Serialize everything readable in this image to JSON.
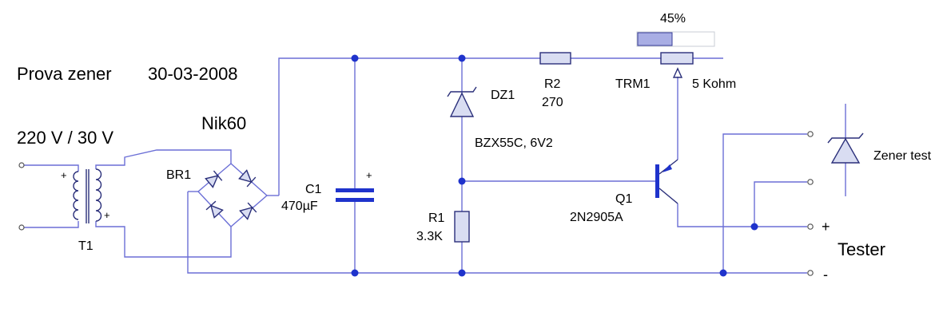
{
  "title": "Prova zener",
  "date": "30-03-2008",
  "author": "Nik60",
  "input_voltage": "220 V / 30 V",
  "components": {
    "T1": {
      "ref": "T1",
      "plus": "+"
    },
    "BR1": {
      "ref": "BR1"
    },
    "C1": {
      "ref": "C1",
      "value": "470µF",
      "plus": "+"
    },
    "DZ1": {
      "ref": "DZ1",
      "value": "BZX55C, 6V2"
    },
    "R1": {
      "ref": "R1",
      "value": "3.3K"
    },
    "R2": {
      "ref": "R2",
      "value": "270"
    },
    "TRM1": {
      "ref": "TRM1",
      "value": "5 Kohm"
    },
    "Q1": {
      "ref": "Q1",
      "value": "2N2905A"
    }
  },
  "trimmer_position": {
    "label": "45%",
    "fraction": 0.45
  },
  "zener_test_label": "Zener test",
  "tester": {
    "label": "Tester",
    "plus": "+",
    "minus": "-"
  },
  "colors": {
    "wire": "#6b6fd6",
    "node": "#1f33cc",
    "device": "#2a2f7a",
    "body_fill": "#d9ddf2"
  }
}
